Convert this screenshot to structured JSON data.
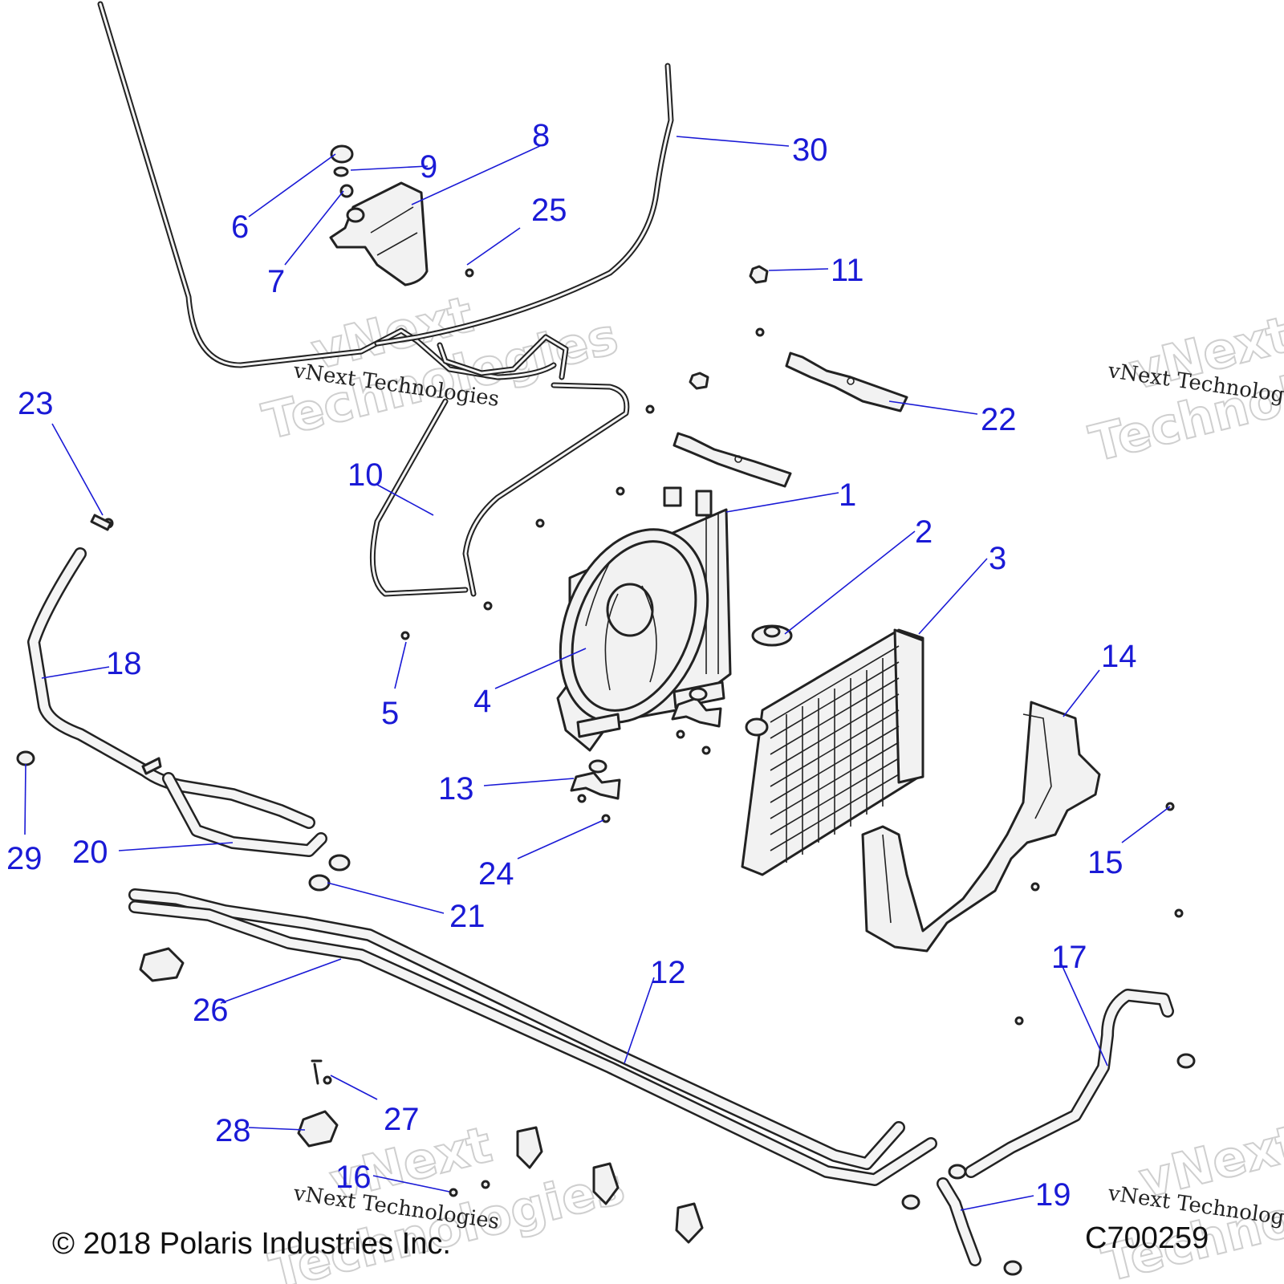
{
  "callouts": [
    "1",
    "2",
    "3",
    "4",
    "5",
    "6",
    "7",
    "8",
    "9",
    "10",
    "11",
    "12",
    "13",
    "14",
    "15",
    "16",
    "17",
    "18",
    "19",
    "20",
    "21",
    "22",
    "23",
    "24",
    "25",
    "26",
    "27",
    "28",
    "29",
    "30"
  ],
  "watermark": {
    "line1": "vNext",
    "line2": "Technologies",
    "inline": "vNext Technologies"
  },
  "footer": {
    "copyright": "© 2018 Polaris Industries Inc.",
    "code": "C700259"
  },
  "colors": {
    "callout": "#1a1ad6",
    "line_art": "#222222",
    "watermark": "#cfcfcf"
  }
}
